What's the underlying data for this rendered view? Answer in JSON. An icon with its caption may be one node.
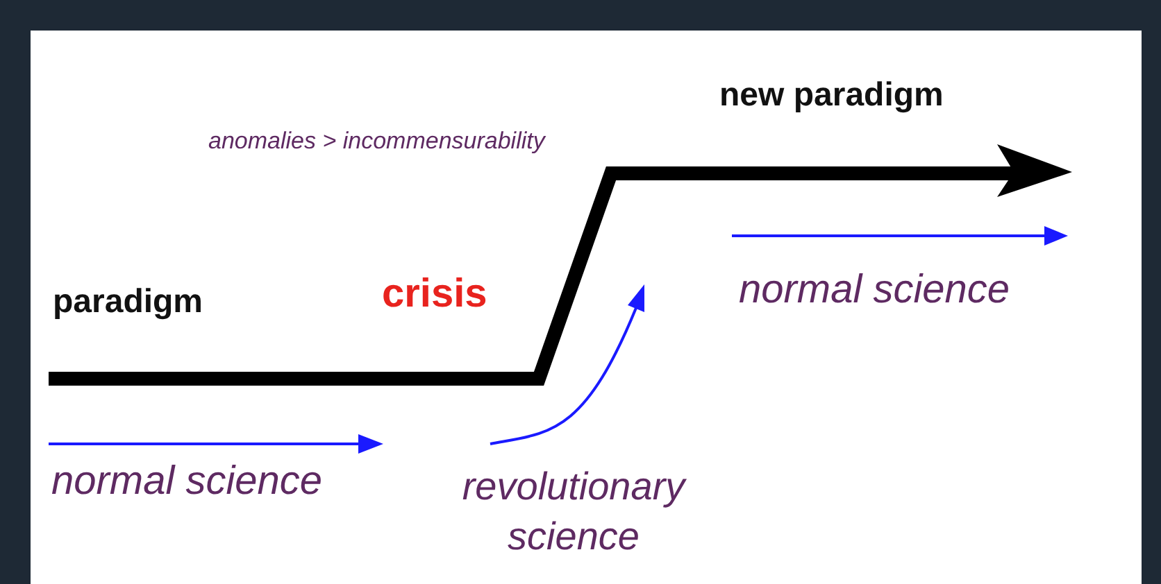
{
  "diagram": {
    "labels": [
      "new paradigm",
      "anomalies > incommensurability",
      "paradigm",
      "crisis",
      "normal science",
      "normal science",
      "revolutionary science"
    ]
  }
}
